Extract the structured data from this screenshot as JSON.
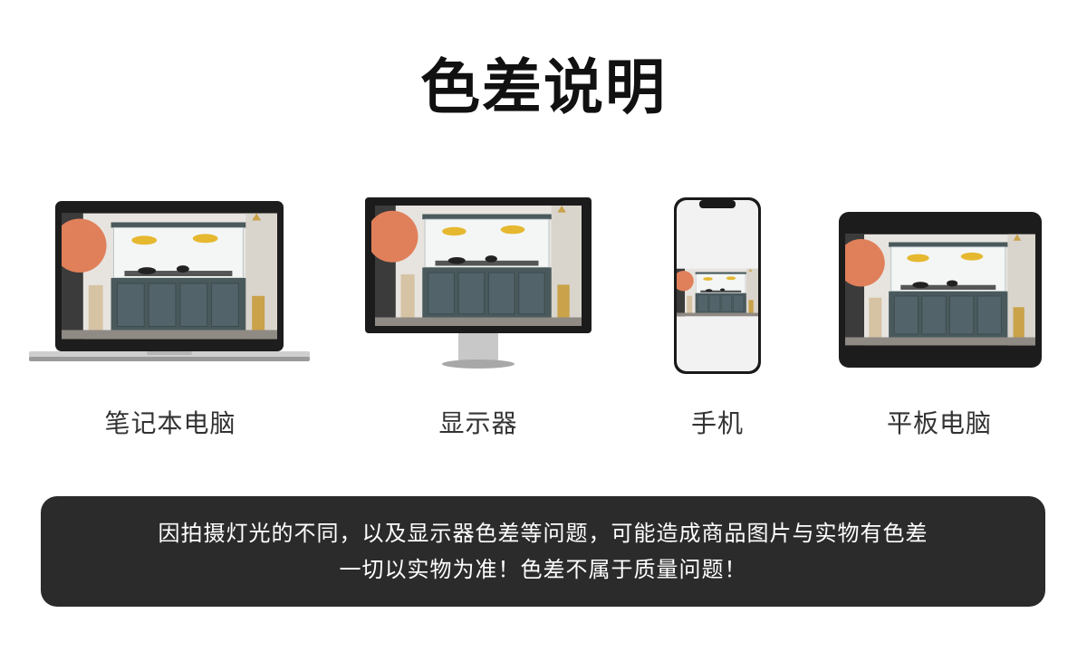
{
  "title": "色差说明",
  "devices": [
    {
      "name": "laptop",
      "label": "笔记本电脑"
    },
    {
      "name": "monitor",
      "label": "显示器"
    },
    {
      "name": "phone",
      "label": "手机"
    },
    {
      "name": "tablet",
      "label": "平板电脑"
    }
  ],
  "notice": {
    "line1": "因拍摄灯光的不同，以及显示器色差等问题，可能造成商品图片与实物有色差",
    "line2": "一切以实物为准！色差不属于质量问题！"
  },
  "colors": {
    "notice_bg": "#2b2b2b",
    "cabinet": "#4a5a5c",
    "fish": "#e6b830"
  }
}
